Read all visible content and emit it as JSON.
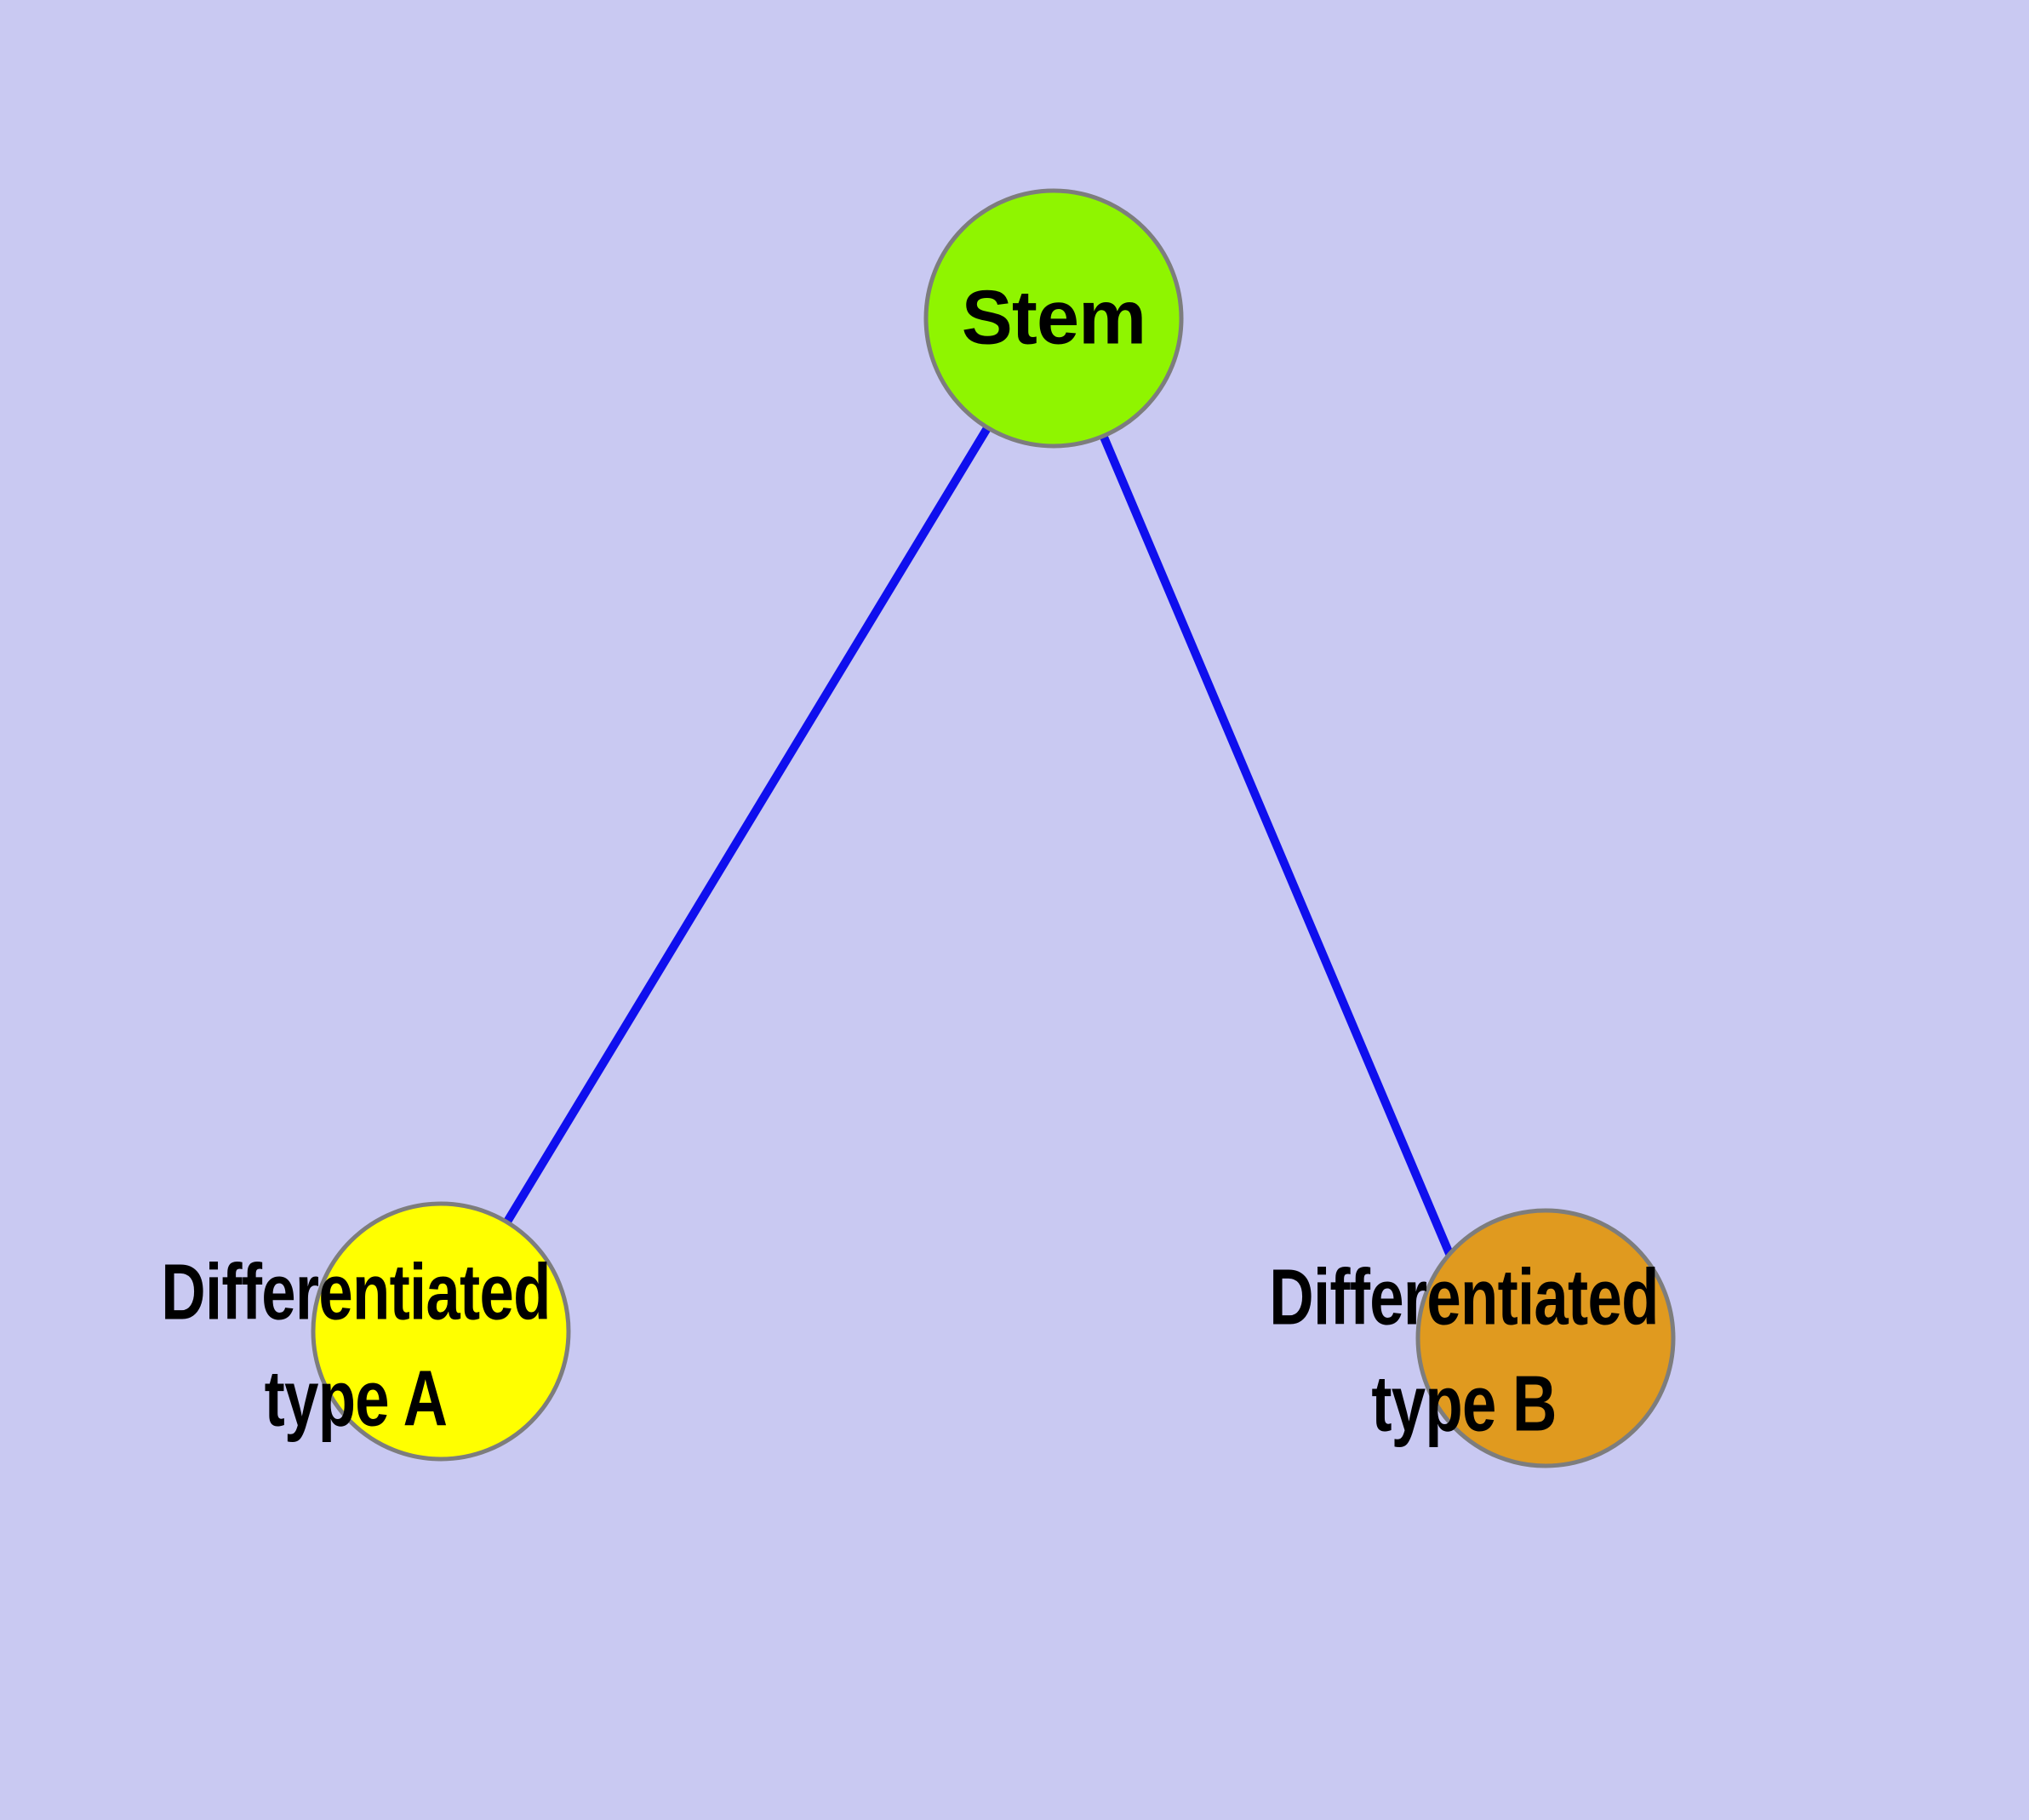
{
  "diagram": {
    "colors": {
      "background": "#c9c9f2",
      "edge": "#0f0fee",
      "node_border": "#7d7d7d",
      "text": "#000000"
    },
    "nodes": [
      {
        "id": "stem",
        "label": "Stem",
        "fill": "#8ff500"
      },
      {
        "id": "differentiated-type-a",
        "label": "Differentiated\ntype A",
        "fill": "#ffff00"
      },
      {
        "id": "differentiated-type-b",
        "label": "Differentiated\ntype B",
        "fill": "#e09a1f"
      }
    ],
    "edges": [
      {
        "from": "stem",
        "to": "differentiated-type-a"
      },
      {
        "from": "stem",
        "to": "differentiated-type-b"
      }
    ]
  }
}
